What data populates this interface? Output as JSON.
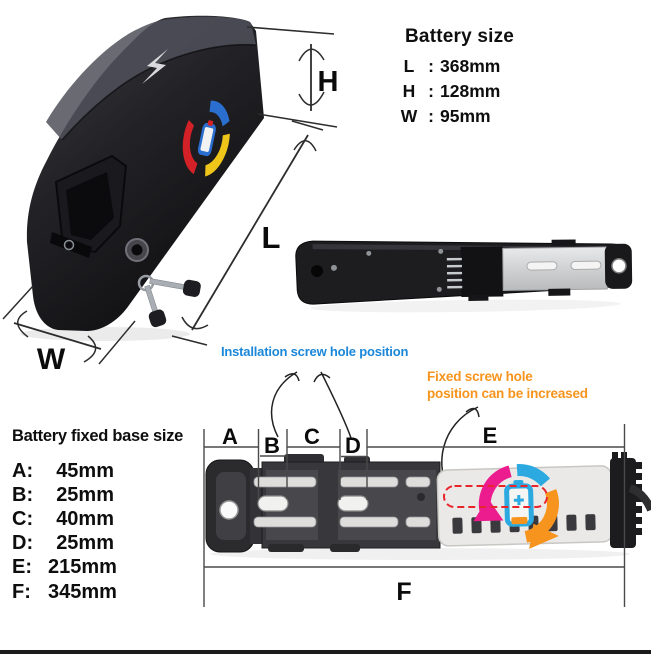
{
  "battery_size": {
    "title": "Battery size",
    "colon": ":",
    "rows": [
      {
        "label": "L",
        "value": "368mm"
      },
      {
        "label": "H",
        "value": "128mm"
      },
      {
        "label": "W",
        "value": "95mm"
      }
    ]
  },
  "base_size": {
    "title": "Battery fixed base size",
    "rows": [
      {
        "label": "A:",
        "value": "45mm"
      },
      {
        "label": "B:",
        "value": "25mm"
      },
      {
        "label": "C:",
        "value": "40mm"
      },
      {
        "label": "D:",
        "value": "25mm"
      },
      {
        "label": "E:",
        "value": "215mm"
      },
      {
        "label": "F:",
        "value": "345mm"
      }
    ]
  },
  "annotations": {
    "install_note": "Installation screw hole position",
    "fixed_note_line1": "Fixed screw hole",
    "fixed_note_line2": "position can be increased"
  },
  "dim_labels": {
    "H": "H",
    "L": "L",
    "W": "W",
    "A": "A",
    "B": "B",
    "C": "C",
    "D": "D",
    "E": "E",
    "F": "F"
  },
  "icons": {
    "battery_top_mark": "lightning-bolt-icon",
    "brand_logo": "circular-arrows-battery-logo-icon"
  },
  "colors": {
    "install_note_blue": "#1a87d9",
    "fixed_note_orange": "#f7941d",
    "dashed_highlight_red": "#e8252b",
    "logo_pink": "#ec1c8e",
    "logo_blue": "#2ba9e0",
    "logo_orange": "#f7941e"
  }
}
